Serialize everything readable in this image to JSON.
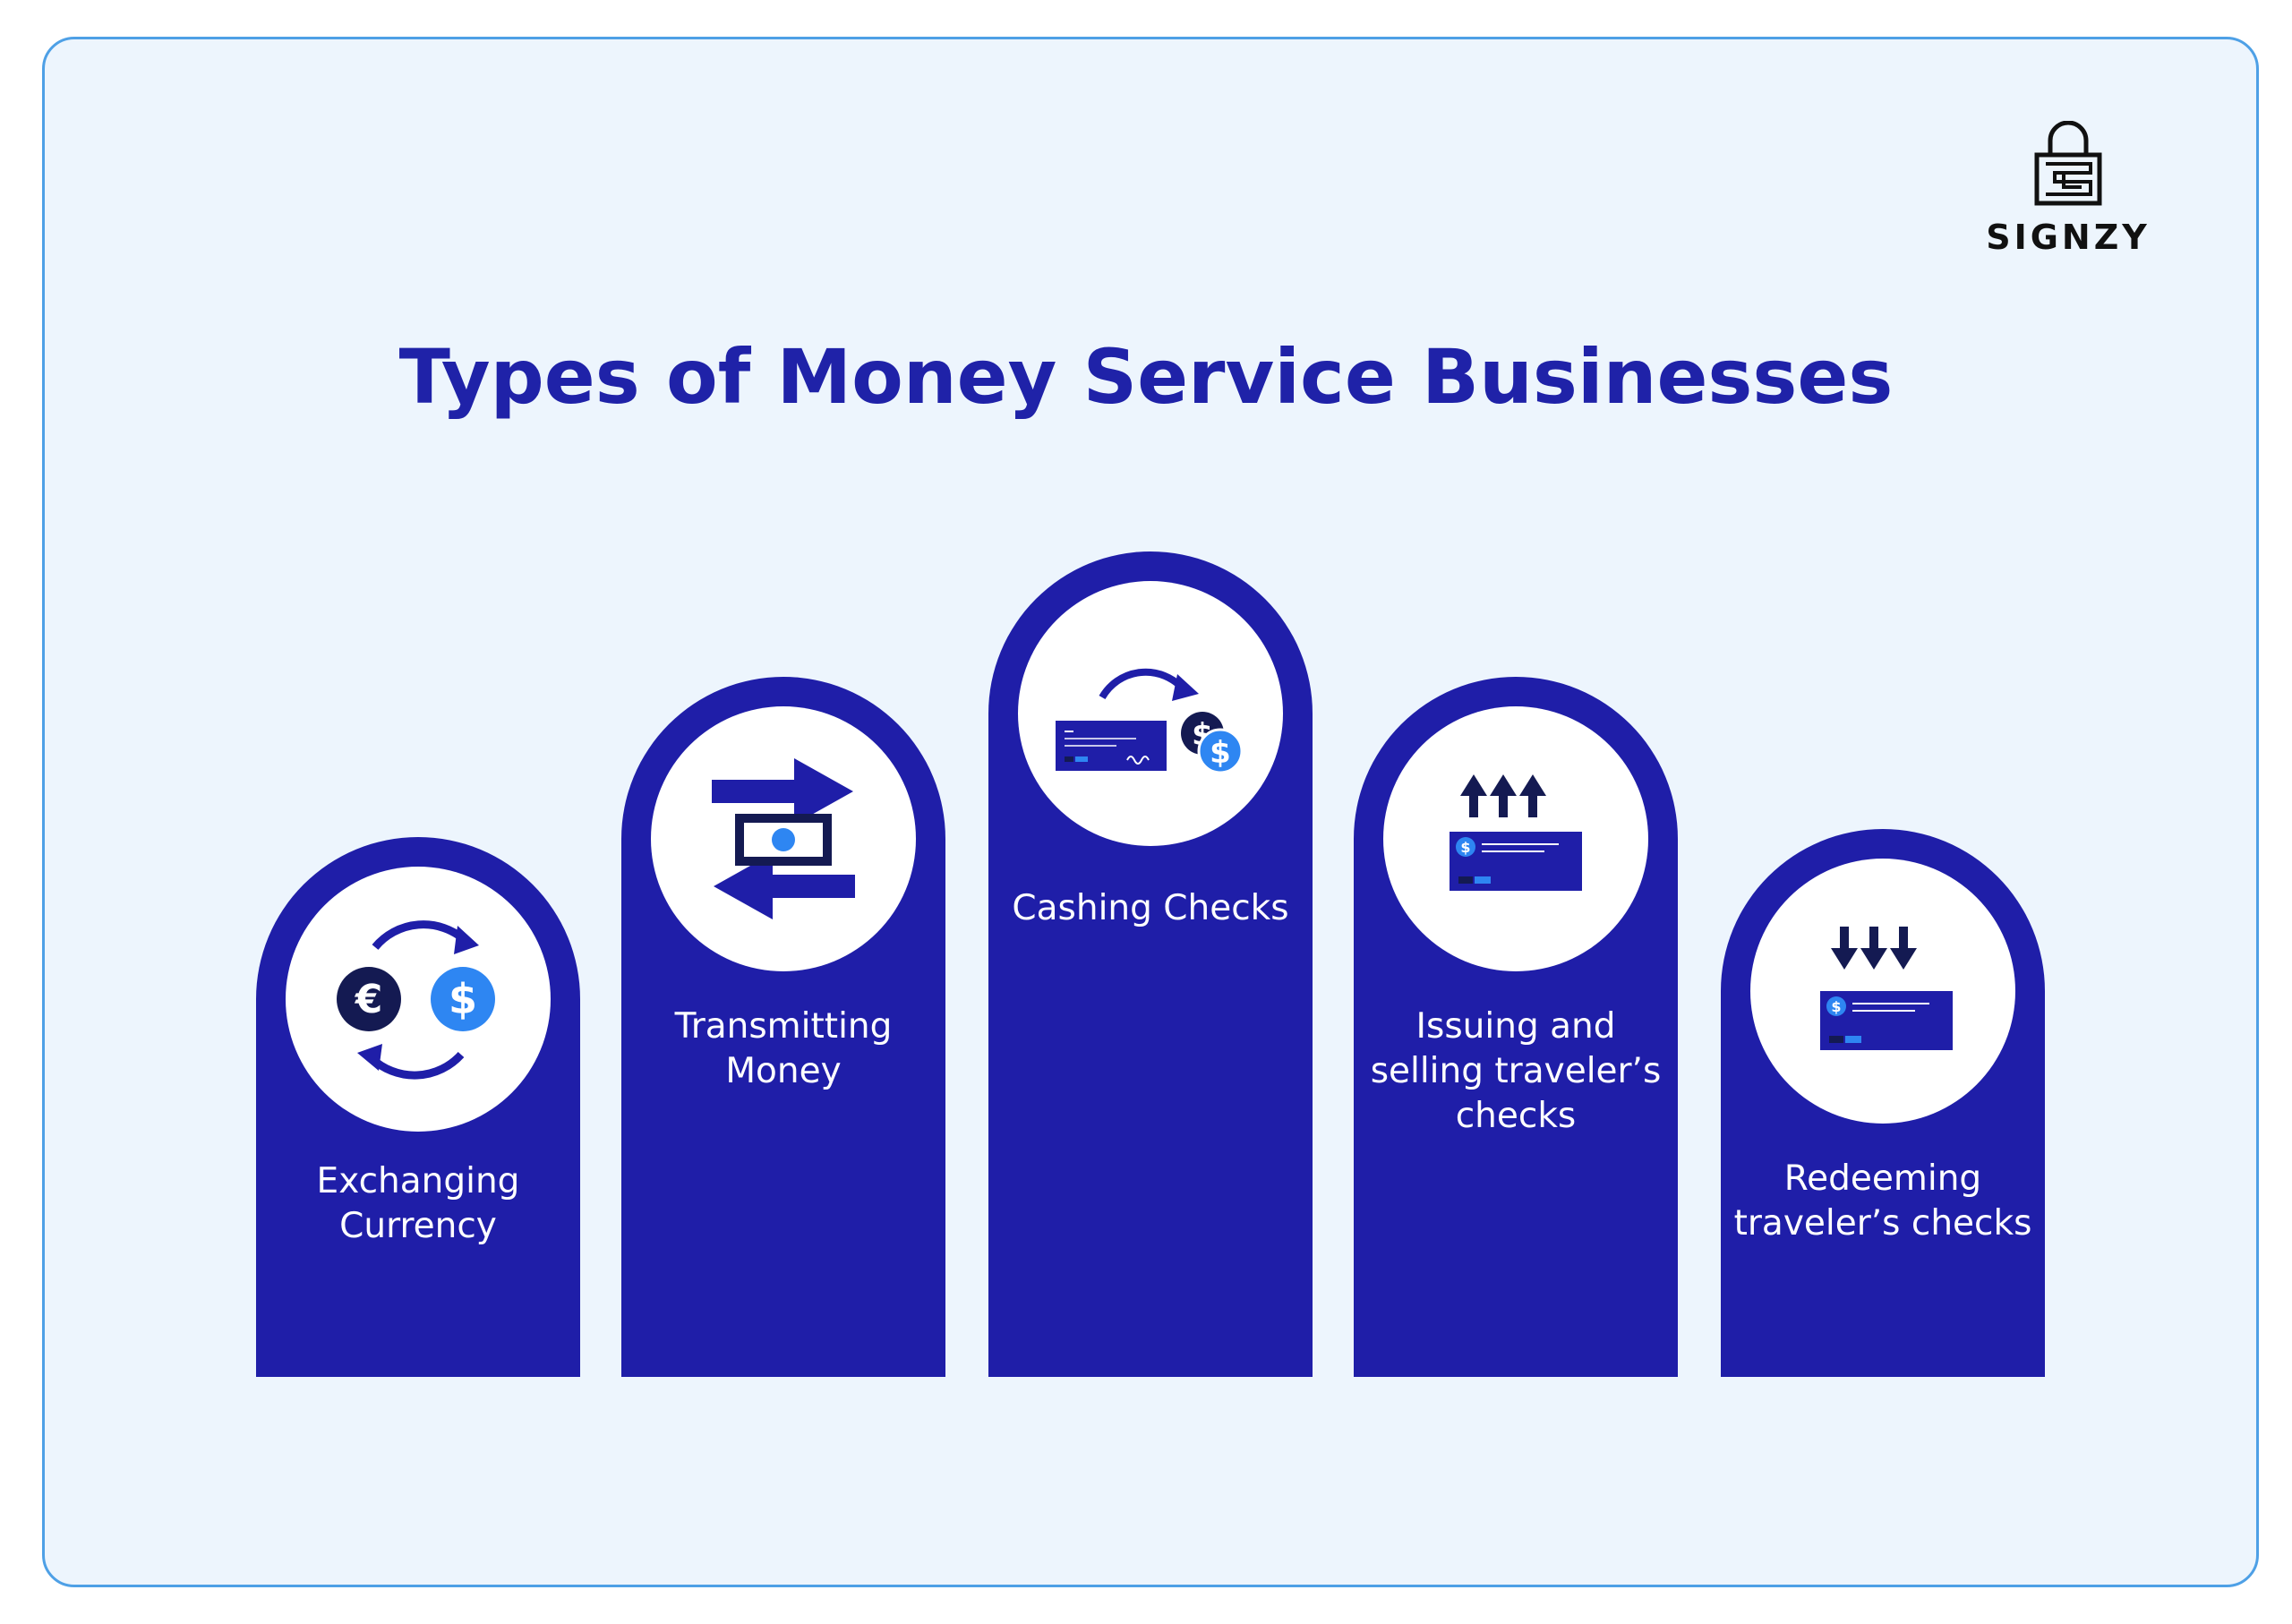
{
  "title": "Types of Money Service Businesses",
  "logo": {
    "text": "SIGNZY",
    "icon": "lock-maze-icon"
  },
  "colors": {
    "background": "#edf5fd",
    "frame_border": "#4ea0e6",
    "card": "#1f1ea8",
    "accent_blue": "#2e86f2",
    "dark_navy": "#141a52",
    "title": "#1f22a8"
  },
  "cards": [
    {
      "label": "Exchanging Currency",
      "icon": "currency-exchange-icon"
    },
    {
      "label": "Transmitting Money",
      "icon": "money-transfer-icon"
    },
    {
      "label": "Cashing Checks",
      "icon": "check-cashing-icon"
    },
    {
      "label": "Issuing and selling traveler’s checks",
      "icon": "issue-check-icon"
    },
    {
      "label": "Redeeming traveler’s checks",
      "icon": "redeem-check-icon"
    }
  ]
}
